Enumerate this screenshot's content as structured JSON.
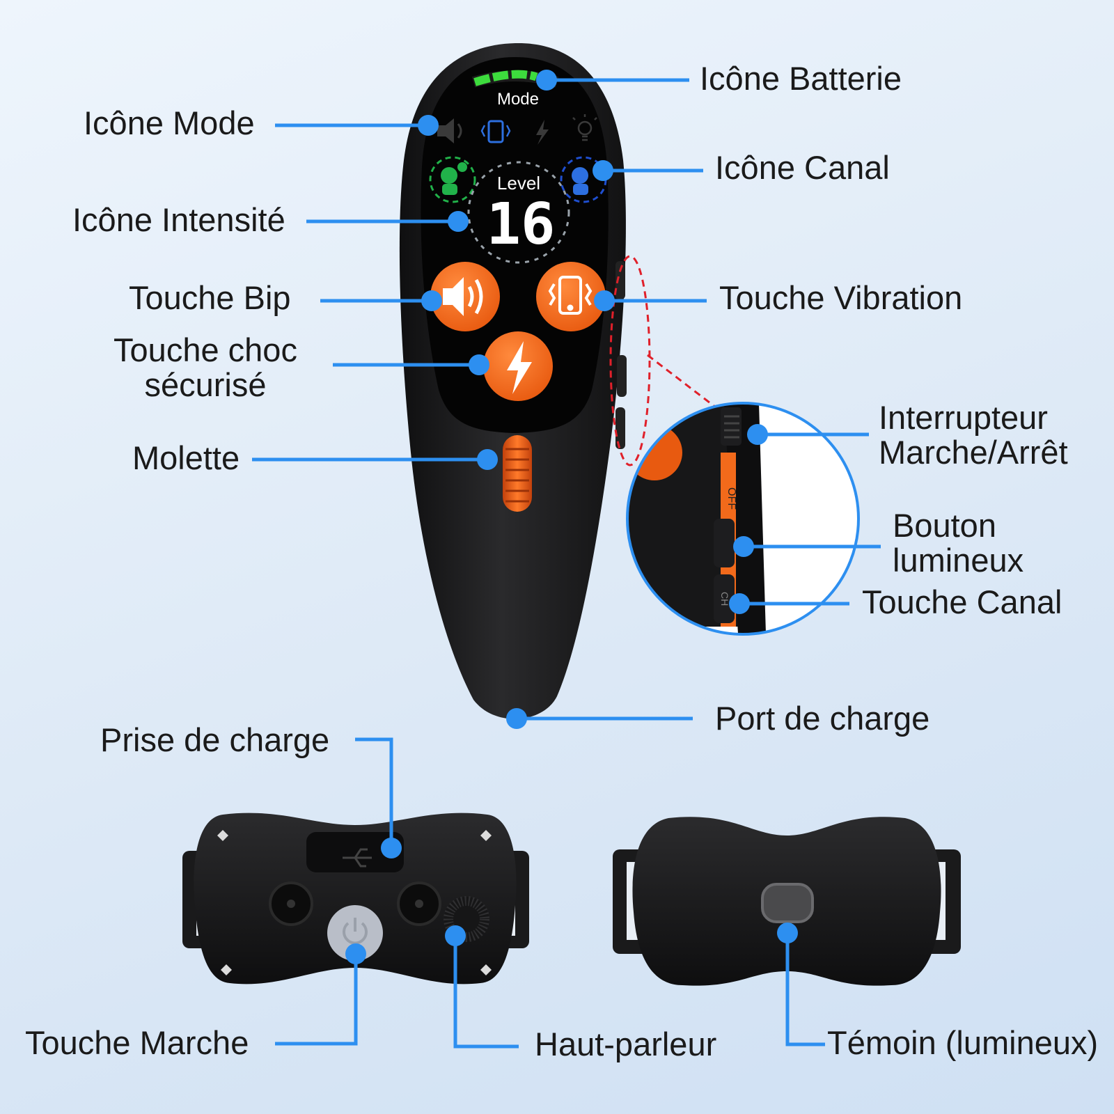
{
  "colors": {
    "callout_line": "#2d8ff0",
    "button_orange": "#f26a1b",
    "device_body": "#1b1b1d",
    "screen": "#050505",
    "battery_green": "#3ddc3d",
    "guide_dashed": "#e0202a"
  },
  "remote": {
    "screen_mode_text": "Mode",
    "screen_level_text": "Level",
    "level_value": "16",
    "battery_level_fraction": 0.75,
    "mode_icons": [
      "speaker-icon",
      "vibration-icon",
      "shock-icon",
      "light-bulb-icon"
    ],
    "channel_icons": [
      "dog-channel-1-icon",
      "dog-channel-2-icon"
    ],
    "side_switch_text": "OFF",
    "side_button_text_1": "",
    "side_button_text_2": "CH"
  },
  "labels": {
    "mode_icon": "Icône Mode",
    "battery_icon": "Icône Batterie",
    "channel_icon": "Icône Canal",
    "intensity_icon": "Icône Intensité",
    "beep_button": "Touche Bip",
    "vibration_button": "Touche Vibration",
    "safe_shock_line1": "Touche choc",
    "safe_shock_line2": "sécurisé",
    "wheel": "Molette",
    "power_switch_line1": "Interrupteur",
    "power_switch_line2": "Marche/Arrêt",
    "light_button_line1": "Bouton",
    "light_button_line2": "lumineux",
    "channel_button": "Touche Canal",
    "charge_port": "Port de charge",
    "charge_socket": "Prise de charge",
    "power_button": "Touche Marche",
    "speaker": "Haut-parleur",
    "indicator_light": "Témoin (lumineux)"
  }
}
